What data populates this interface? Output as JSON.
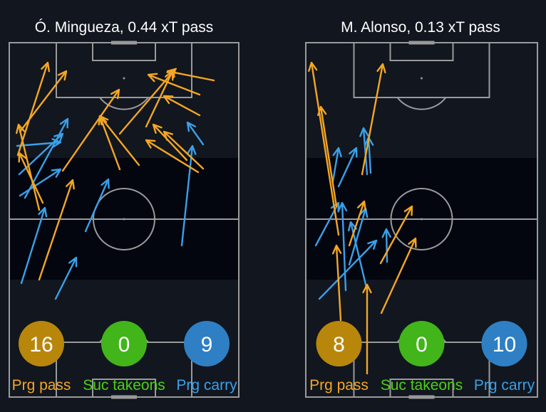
{
  "colors": {
    "background": "#11161f",
    "band": "#03060f",
    "pitch_lines": "#9a9a9a",
    "prg_pass": "#f5a623",
    "prg_pass_badge": "#b8860b",
    "suc_takeons": "#4cd015",
    "suc_takeons_badge": "#41b51a",
    "prg_carry": "#3aa0e8",
    "prg_carry_badge": "#2f7fc4",
    "title": "#ffffff"
  },
  "chart_data": [
    {
      "type": "pitch-arrows",
      "title": "Ó. Mingueza, 0.44 xT pass",
      "stats": [
        {
          "key": "prg_pass",
          "value": "16",
          "label": "Prg pass"
        },
        {
          "key": "suc_takeons",
          "value": "0",
          "label": "Suc takeons"
        },
        {
          "key": "prg_carry",
          "value": "9",
          "label": "Prg carry"
        }
      ],
      "passes": [
        [
          55,
          295,
          26,
          175
        ],
        [
          60,
          285,
          27,
          215
        ],
        [
          25,
          218,
          67,
          88
        ],
        [
          28,
          185,
          93,
          100
        ],
        [
          55,
          393,
          102,
          253
        ],
        [
          88,
          240,
          167,
          126
        ],
        [
          168,
          188,
          246,
          97
        ],
        [
          168,
          238,
          140,
          163
        ],
        [
          195,
          232,
          140,
          163
        ],
        [
          205,
          178,
          242,
          100
        ],
        [
          280,
          133,
          208,
          105
        ],
        [
          300,
          113,
          235,
          100
        ],
        [
          280,
          162,
          230,
          135
        ],
        [
          285,
          237,
          230,
          185
        ],
        [
          278,
          242,
          205,
          197
        ],
        [
          262,
          225,
          215,
          175
        ]
      ],
      "carries": [
        [
          30,
          398,
          63,
          292
        ],
        [
          35,
          278,
          95,
          167
        ],
        [
          27,
          245,
          88,
          188
        ],
        [
          28,
          275,
          85,
          238
        ],
        [
          24,
          205,
          85,
          200
        ],
        [
          120,
          325,
          152,
          252
        ],
        [
          78,
          420,
          107,
          362
        ],
        [
          255,
          345,
          270,
          205
        ],
        [
          285,
          203,
          263,
          172
        ]
      ]
    },
    {
      "type": "pitch-arrows",
      "title": "M. Alonso, 0.13 xT pass",
      "stats": [
        {
          "key": "prg_pass",
          "value": "8",
          "label": "Prg pass"
        },
        {
          "key": "suc_takeons",
          "value": "0",
          "label": "Suc takeons"
        },
        {
          "key": "prg_carry",
          "value": "10",
          "label": "Prg carry"
        }
      ],
      "passes": [
        [
          475,
          330,
          437,
          88
        ],
        [
          472,
          290,
          450,
          150
        ],
        [
          478,
          450,
          472,
          345
        ],
        [
          515,
          525,
          515,
          400
        ],
        [
          535,
          440,
          583,
          335
        ],
        [
          534,
          370,
          578,
          290
        ],
        [
          508,
          245,
          537,
          90
        ],
        [
          490,
          345,
          511,
          283
        ]
      ],
      "carries": [
        [
          467,
          255,
          475,
          208
        ],
        [
          475,
          262,
          500,
          208
        ],
        [
          443,
          345,
          475,
          285
        ],
        [
          485,
          408,
          480,
          285
        ],
        [
          448,
          420,
          528,
          338
        ],
        [
          515,
          408,
          492,
          312
        ],
        [
          515,
          245,
          510,
          180
        ],
        [
          543,
          368,
          542,
          322
        ],
        [
          520,
          243,
          517,
          193
        ],
        [
          490,
          372,
          513,
          293
        ]
      ]
    }
  ]
}
